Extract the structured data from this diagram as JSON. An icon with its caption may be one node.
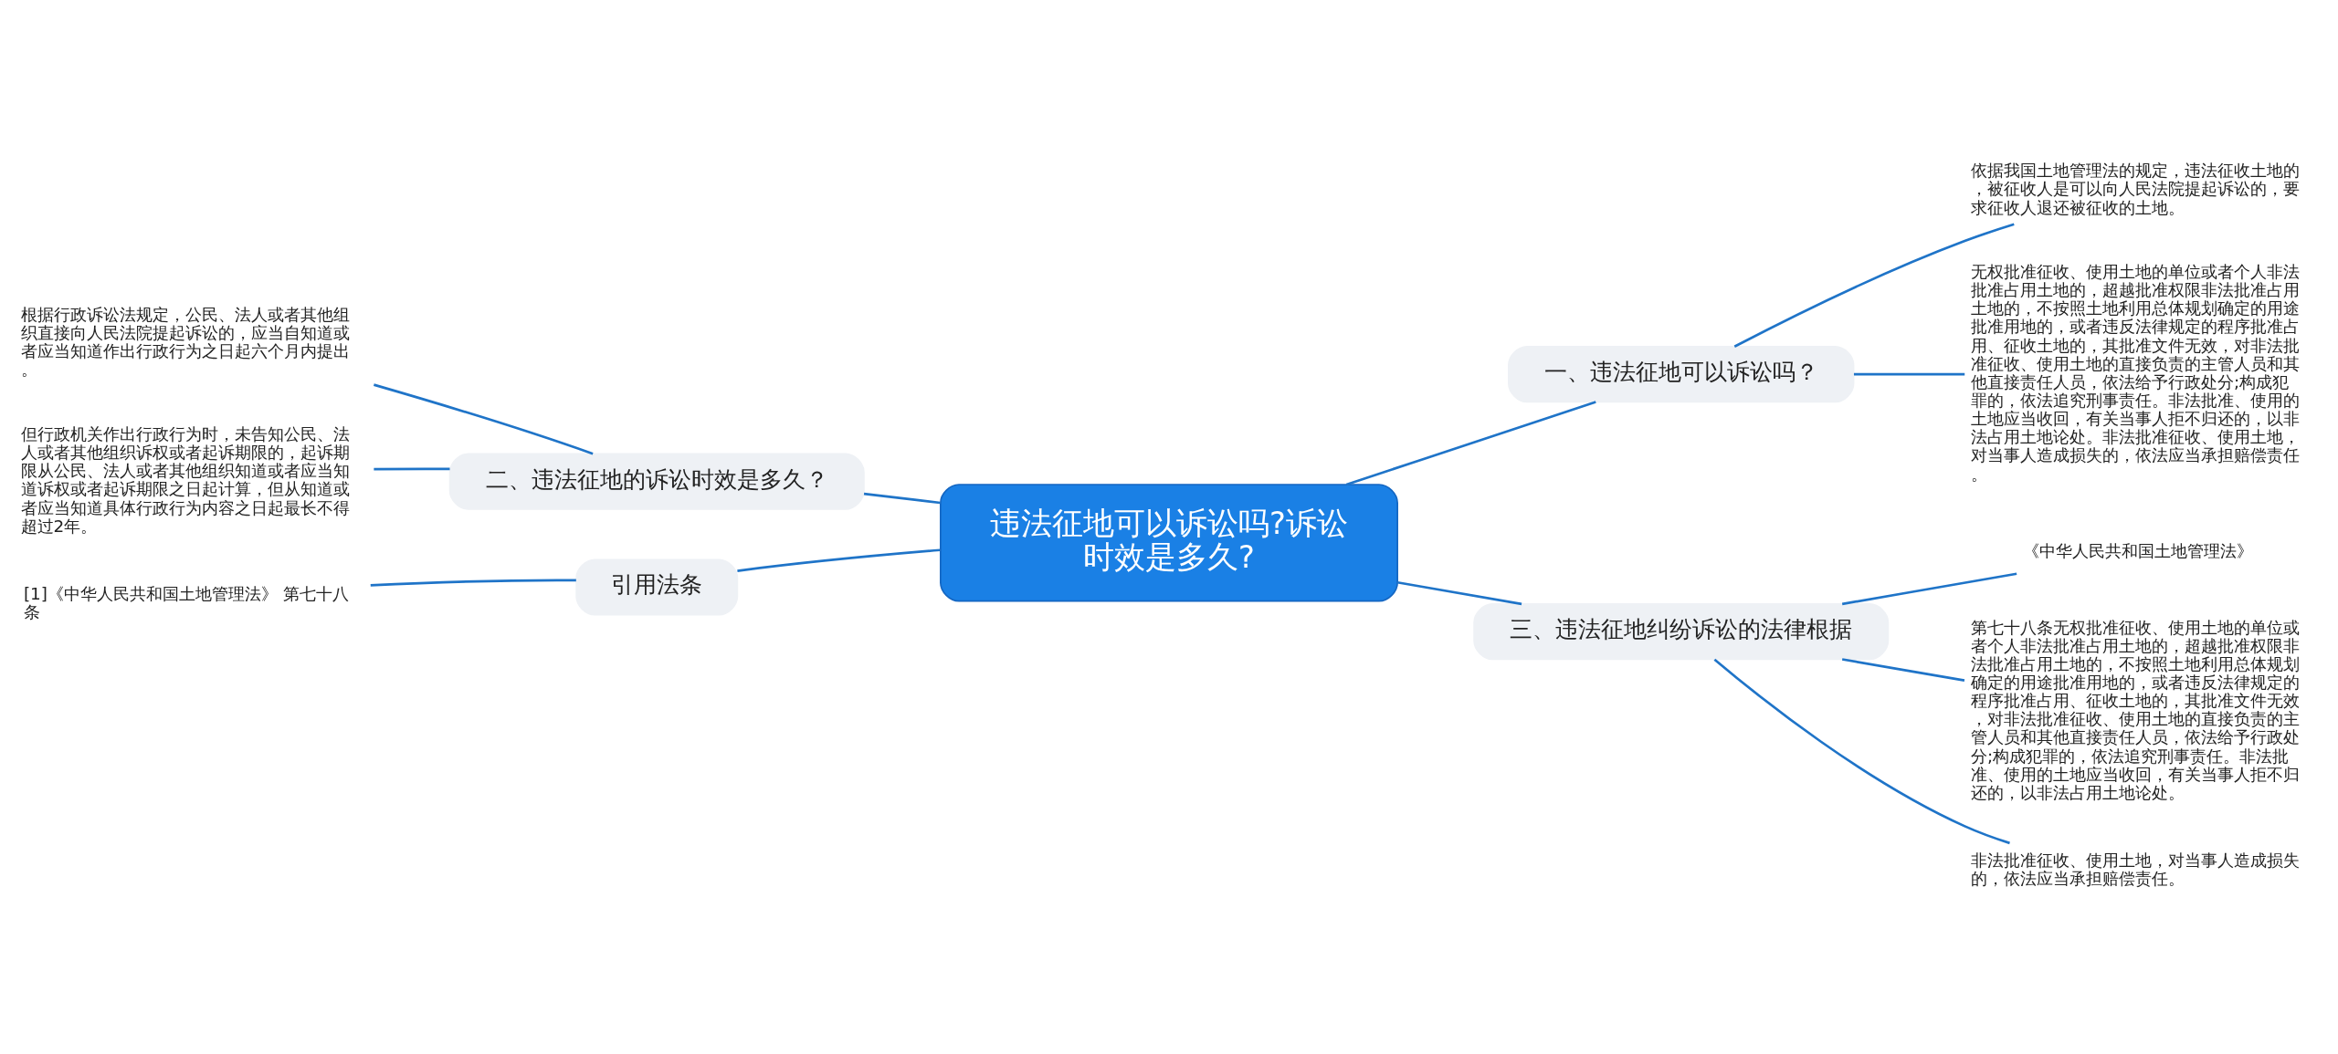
{
  "diagram": {
    "nodes": [
      {
        "text": [
          "违法征地可以诉讼吗?诉讼时效是多久?"
        ]
      },
      {
        "text": [
          "一、违法征地可以诉讼吗？"
        ]
      },
      {
        "text": [
          "依据我国土地管理法的规定，违法征收土地的，被征收人是可以向人民法院提起诉讼的，要求征收人退还被征收的土地。"
        ]
      },
      {
        "text": [
          "无权批准征收、使用土地的单位或者个人非法批准占用土地的，超越批准权限非法批准占用土地的，不按照土地利用总体规划确定的用途批准用地的，或者违反法律规定的程序批准占用、征收土地的，其批准文件无效，对非法批准征收、使用土地的直接负责的主管人员和其他直接责任人员，依法给予行政处分;构成犯罪的，依法追究刑事责任。非法批准、使用的土地应当收回，有关当事人拒不归还的，以非法占用土地论处。非法批准征收、使用土地，对当事人造成损失的，依法应当承担赔偿责任。"
        ]
      },
      {
        "text": [
          "三、违法征地纠纷诉讼的法律根据"
        ]
      },
      {
        "text": [
          "《中华人民共和国土地管理法》"
        ]
      },
      {
        "text": [
          "第七十八条无权批准征收、使用土地的单位或者个人非法批准占用土地的，超越批准权限非法批准占用土地的，不按照土地利用总体规划确定的用途批准用地的，或者违反法律规定的程序批准占用、征收土地的，其批准文件无效，对非法批准征收、使用土地的直接负责的主管人员和其他直接责任人员，依法给予行政处分;构成犯罪的，依法追究刑事责任。非法批准、使用的土地应当收回，有关当事人拒不归还的，以非法占用土地论处。"
        ]
      },
      {
        "text": [
          "非法批准征收、使用土地，对当事人造成损失的，依法应当承担赔偿责任。"
        ]
      },
      {
        "text": [
          "二、违法征地的诉讼时效是多久？"
        ]
      },
      {
        "text": [
          "根据行政诉讼法规定，公民、法人或者其他组织直接向人民法院提起诉讼的，应当自知道或者应当知道作出行政行为之日起六个月内提出。"
        ]
      },
      {
        "text": [
          "但行政机关作出行政行为时，未告知公民、法人或者其他组织诉权或者起诉期限的，起诉期限从公民、法人或者其他组织知道或者应当知道诉权或者起诉期限之日起计算，但从知道或者应当知道具体行政行为内容之日起最长不得超过2年。"
        ]
      },
      {
        "text": [
          "引用法条"
        ]
      },
      {
        "text": [
          "[1]《中华人民共和国土地管理法》 第七十八条"
        ]
      }
    ],
    "edges": [
      {
        "from": 0,
        "to": 1,
        "arrow": "none"
      },
      {
        "from": 1,
        "to": 2,
        "arrow": "none"
      },
      {
        "from": 1,
        "to": 3,
        "arrow": "none"
      },
      {
        "from": 0,
        "to": 4,
        "arrow": "none"
      },
      {
        "from": 4,
        "to": 5,
        "arrow": "none"
      },
      {
        "from": 4,
        "to": 6,
        "arrow": "none"
      },
      {
        "from": 4,
        "to": 7,
        "arrow": "none"
      },
      {
        "from": 0,
        "to": 8,
        "arrow": "none"
      },
      {
        "from": 8,
        "to": 9,
        "arrow": "none"
      },
      {
        "from": 8,
        "to": 10,
        "arrow": "none"
      },
      {
        "from": 0,
        "to": 11,
        "arrow": "none"
      },
      {
        "from": 11,
        "to": 12,
        "arrow": "none"
      }
    ]
  }
}
